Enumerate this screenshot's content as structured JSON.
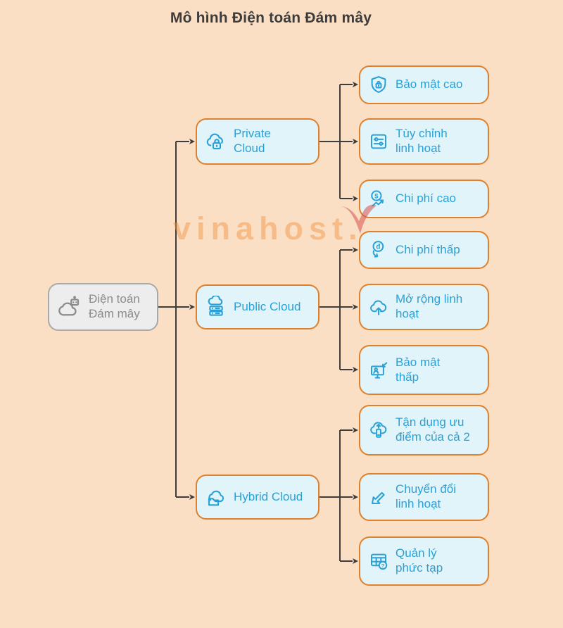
{
  "title": "Mô hình Điện toán Đám mây",
  "watermark": {
    "text": "vinahost.",
    "logo_icon": "v-checkmark"
  },
  "colors": {
    "background": "#fbdfc4",
    "node_fill": "#e1f4fa",
    "node_border": "#e0802c",
    "node_text": "#2aa1d6",
    "root_fill": "#ededed",
    "root_border": "#a9a9a9",
    "root_text": "#8b8b8b",
    "connector": "#3d3d3d",
    "title_text": "#3c3c3c",
    "watermark_orange": "#f1903f",
    "watermark_red": "#d85050"
  },
  "diagram": {
    "root": {
      "label": "Điện toán\nĐám mây",
      "icon": "cloud-bot"
    },
    "branches": [
      {
        "label": "Private\nCloud",
        "icon": "cloud-lock",
        "children": [
          {
            "label": "Bảo mật cao",
            "icon": "shield-lock"
          },
          {
            "label": "Tùy chỉnh\nlinh hoạt",
            "icon": "sliders-panel"
          },
          {
            "label": "Chi phí cao",
            "icon": "coin-rising-arrow"
          }
        ]
      },
      {
        "label": "Public Cloud",
        "icon": "cloud-server",
        "children": [
          {
            "label": "Chi phí thấp",
            "icon": "coin-falling-arrow"
          },
          {
            "label": "Mở rộng linh\nhoạt",
            "icon": "cloud-up-arrow"
          },
          {
            "label": "Bảo mật\nthấp",
            "icon": "monitor-breach"
          }
        ]
      },
      {
        "label": "Hybrid Cloud",
        "icon": "cloud-folder",
        "children": [
          {
            "label": "Tận dụng ưu\nđiểm của cả 2",
            "icon": "cloud-phone-upload"
          },
          {
            "label": "Chuyển đổi\nlinh hoạt",
            "icon": "diagonal-transfer-arrow"
          },
          {
            "label": "Quản lý\nphức tạp",
            "icon": "table-question"
          }
        ]
      }
    ]
  }
}
